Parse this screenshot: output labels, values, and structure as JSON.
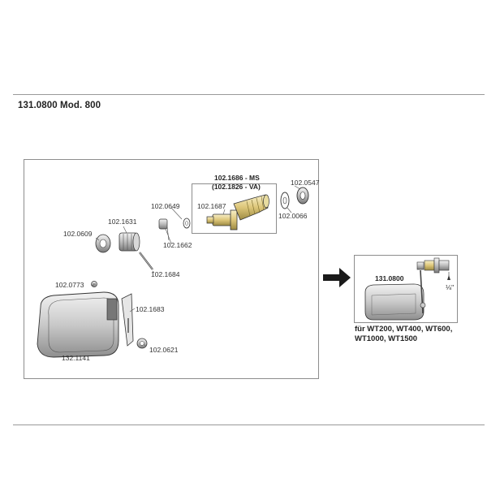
{
  "header": {
    "title": "131.0800 Mod. 800"
  },
  "parts": {
    "p1686": "102.1686 - MS",
    "p1826": "(102.1826 - VA)",
    "p0547": "102.0547",
    "p0649": "102.0649",
    "p1687": "102.1687",
    "p1631": "102.1631",
    "p0609": "102.0609",
    "p1662": "102.1662",
    "p0066": "102.0066",
    "p1684": "102.1684",
    "p0773": "102.0773",
    "p1683": "102.1683",
    "p0621": "102.0621",
    "p1141": "132.1141"
  },
  "assembly": {
    "code": "131.0800",
    "thread": "⅛\"",
    "compat_line1": "für WT200, WT400, WT600,",
    "compat_line2": "WT1000, WT1500"
  }
}
